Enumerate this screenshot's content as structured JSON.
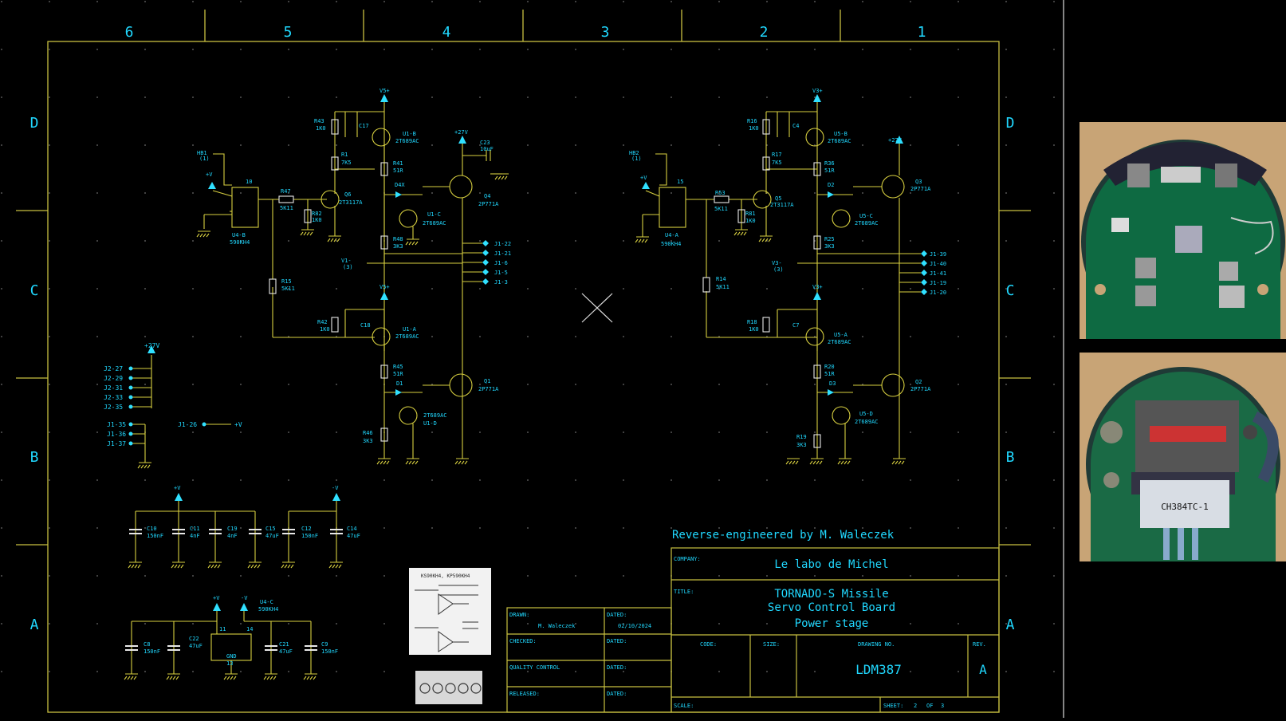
{
  "frame": {
    "columns": [
      "6",
      "5",
      "4",
      "3",
      "2",
      "1"
    ],
    "rows": [
      "D",
      "C",
      "B",
      "A"
    ]
  },
  "left_channel": {
    "supply_top": "V5+",
    "supply_mid": "V5+",
    "pos_supply": "+27V",
    "input_ref": "HB1",
    "input_pin": "(1)",
    "opamp_label": "U4-B",
    "opamp_part": "590KH4",
    "opamp_pin": "10",
    "opamp_pwr": "+V",
    "r47": {
      "name": "R47",
      "value": "5K11"
    },
    "r82": {
      "name": "R82",
      "value": "1K0"
    },
    "q6": {
      "name": "Q6",
      "part": "2T3117A"
    },
    "r43": {
      "name": "R43",
      "value": "1K0"
    },
    "c17": "C17",
    "r1": {
      "name": "R1",
      "value": "7K5"
    },
    "u1b": {
      "name": "U1-B",
      "part": "2T689AC"
    },
    "r41": {
      "name": "R41",
      "value": "51R"
    },
    "d4x": "D4X",
    "u1c": {
      "name": "U1-C",
      "part": "2T689AC"
    },
    "r48": {
      "name": "R48",
      "value": "3K3"
    },
    "q4": {
      "name": "Q4",
      "part": "2P771A"
    },
    "c23": {
      "name": "C23",
      "value": "10uF"
    },
    "v1": {
      "name": "V1-",
      "pin": "(3)"
    },
    "jpins": [
      "J1-22",
      "J1-21",
      "J1-6",
      "J1-5",
      "J1-3"
    ],
    "r15": {
      "name": "R15",
      "value": "5K11"
    },
    "r42": {
      "name": "R42",
      "value": "1K0"
    },
    "c18": "C18",
    "u1a": {
      "name": "U1-A",
      "part": "2T689AC"
    },
    "r45": {
      "name": "R45",
      "value": "51R"
    },
    "d1": "D1",
    "u1d": {
      "name": "U1-D",
      "part": "2T689AC"
    },
    "r46": {
      "name": "R46",
      "value": "3K3"
    },
    "q1": {
      "name": "Q1",
      "part": "2P771A"
    }
  },
  "right_channel": {
    "supply_top": "V3+",
    "supply_mid": "V3+",
    "pos_supply": "+27V",
    "input_ref": "HB2",
    "input_pin": "(1)",
    "opamp_label": "U4-A",
    "opamp_part": "590KH4",
    "opamp_pin": "15",
    "opamp_pwr": "+V",
    "r53": {
      "name": "R53",
      "value": "5K11"
    },
    "r81": {
      "name": "R81",
      "value": "1K0"
    },
    "q5": {
      "name": "Q5",
      "part": "2T3117A"
    },
    "r16": {
      "name": "R16",
      "value": "1K0"
    },
    "c4": "C4",
    "r17": {
      "name": "R17",
      "value": "7K5"
    },
    "u5b": {
      "name": "U5-B",
      "part": "2T689AC"
    },
    "r36": {
      "name": "R36",
      "value": "51R"
    },
    "d2": "D2",
    "u5c": {
      "name": "U5-C",
      "part": "2T689AC"
    },
    "r25": {
      "name": "R25",
      "value": "3K3"
    },
    "q3": {
      "name": "Q3",
      "part": "2P771A"
    },
    "v3": {
      "name": "V3-",
      "pin": "(3)"
    },
    "jpins": [
      "J1-39",
      "J1-40",
      "J1-41",
      "J1-19",
      "J1-20"
    ],
    "r14": {
      "name": "R14",
      "value": "5K11"
    },
    "r18": {
      "name": "R18",
      "value": "1K0"
    },
    "c7": "C7",
    "u5a": {
      "name": "U5-A",
      "part": "2T689AC"
    },
    "r20": {
      "name": "R20",
      "value": "51R"
    },
    "d3": "D3",
    "u5d": {
      "name": "U5-D",
      "part": "2T689AC"
    },
    "r19": {
      "name": "R19",
      "value": "3K3"
    },
    "q2": {
      "name": "Q2",
      "part": "2P771A"
    }
  },
  "connectors": {
    "supply": "+27V",
    "j2": [
      "J2-27",
      "J2-29",
      "J2-31",
      "J2-33",
      "J2-35"
    ],
    "j1": [
      "J1-35",
      "J1-36",
      "J1-37"
    ],
    "j1_26": "J1-26",
    "j1_26_target": "+V"
  },
  "decoupling": {
    "row1_supply_a": "+V",
    "row1_supply_b": "-V",
    "row1": [
      {
        "name": "C10",
        "value": "150nF"
      },
      {
        "name": "C11",
        "value": "4nF"
      },
      {
        "name": "C19",
        "value": "4nF"
      },
      {
        "name": "C15",
        "value": "47uF"
      },
      {
        "name": "C12",
        "value": "150nF"
      },
      {
        "name": "C14",
        "value": "47uF"
      }
    ],
    "row2_supply_a": "+V",
    "row2_supply_b": "-V",
    "opamp": {
      "name": "U4-C",
      "part": "590KH4",
      "pin_a": "11",
      "pin_b": "14",
      "pin_gnd": "13",
      "gnd": "GND"
    },
    "row2": [
      {
        "name": "C8",
        "value": "150nF"
      },
      {
        "name": "C22",
        "value": "47uF"
      },
      {
        "name": "C21",
        "value": "47uF"
      },
      {
        "name": "C9",
        "value": "150nF"
      }
    ]
  },
  "thumb_ic": {
    "title": "KS90KH4, KP590KH4"
  },
  "title_block": {
    "credit": "Reverse-engineered by M. Waleczek",
    "company_label": "COMPANY:",
    "company": "Le labo de Michel",
    "title_label": "TITLE:",
    "title_line1": "TORNADO-S Missile",
    "title_line2": "Servo Control Board",
    "title_line3": "Power stage",
    "code_label": "CODE:",
    "size_label": "SIZE:",
    "drawing_no_label": "DRAWING NO.",
    "drawing_no": "LDM387",
    "rev_label": "REV.",
    "rev": "A",
    "scale_label": "SCALE:",
    "sheet_label": "SHEET:",
    "sheet_no": "2",
    "sheet_of": "OF",
    "sheet_total": "3",
    "drawn_label": "DRAWN:",
    "drawn_by": "M. Waleczek",
    "dated_label": "DATED:",
    "drawn_date": "02/10/2024",
    "checked_label": "CHECKED:",
    "quality_label": "QUALITY CONTROL",
    "released_label": "RELEASED:"
  },
  "photos": {
    "label_chip": "CH384TC-1"
  },
  "colors": {
    "frame": "#c8c040",
    "wire": "#d8d040",
    "text": "#20d8ff",
    "pin": "#30e0ff",
    "component": "#e8e8e8",
    "background": "#000000"
  }
}
